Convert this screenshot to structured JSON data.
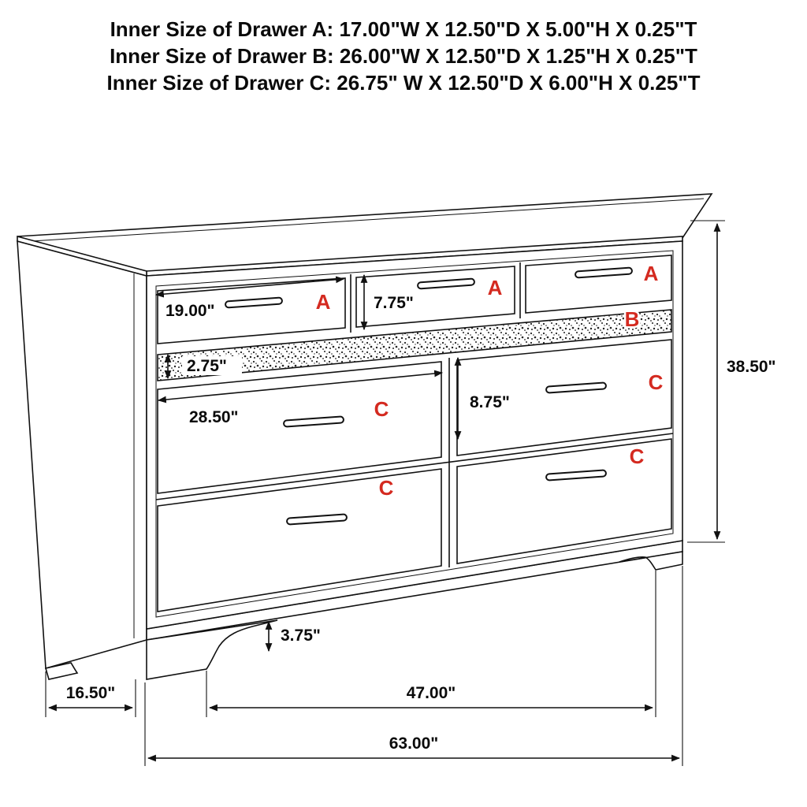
{
  "header": {
    "line1": "Inner Size of Drawer A: 17.00\"W X 12.50\"D X 5.00\"H X 0.25\"T",
    "line2": "Inner Size of Drawer B: 26.00\"W X 12.50\"D X 1.25\"H X 0.25\"T",
    "line3": "Inner Size of Drawer C: 26.75\" W X 12.50\"D X 6.00\"H X 0.25\"T"
  },
  "drawer_labels": {
    "a1": "A",
    "a2": "A",
    "a3": "A",
    "b": "B",
    "c_left_top": "C",
    "c_right_top": "C",
    "c_left_bottom": "C",
    "c_right_bottom": "C"
  },
  "dimensions": {
    "drawer_a_width": "19.00\"",
    "drawer_a_height": "7.75\"",
    "drawer_b_height": "2.75\"",
    "drawer_c_width": "28.50\"",
    "drawer_c_height": "8.75\"",
    "overall_height": "38.50\"",
    "leg_height": "3.75\"",
    "side_depth": "16.50\"",
    "leg_span_width": "47.00\"",
    "overall_width": "63.00\""
  },
  "colors": {
    "label_red": "#d42a20",
    "line_black": "#111111",
    "background": "#ffffff"
  }
}
